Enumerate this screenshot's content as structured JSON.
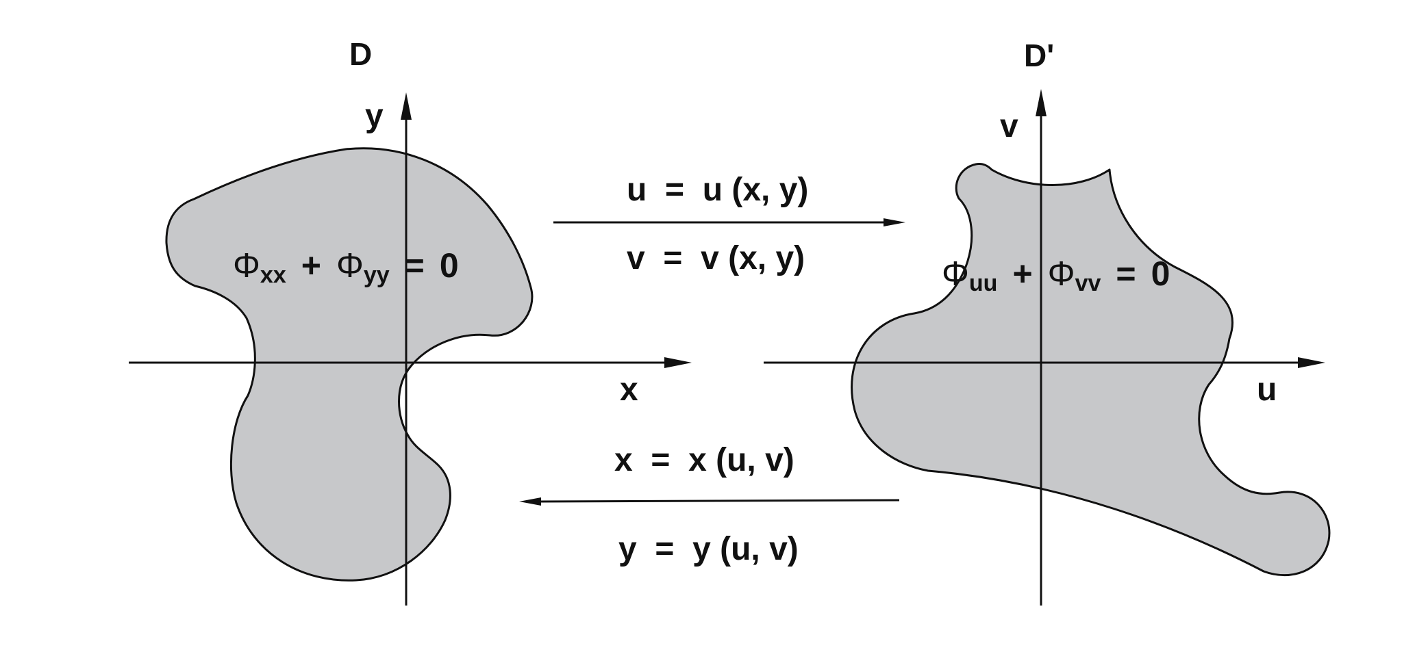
{
  "left_domain": {
    "label": "D",
    "x_axis_label": "x",
    "y_axis_label": "y",
    "equation": {
      "phi1": "Φ",
      "sub1": "xx",
      "plus": "+",
      "phi2": "Φ",
      "sub2": "yy",
      "equals": "=",
      "rhs": "0"
    }
  },
  "right_domain": {
    "label": "D'",
    "x_axis_label": "u",
    "y_axis_label": "v",
    "equation": {
      "phi1": "Φ",
      "sub1": "uu",
      "plus": "+",
      "phi2": "Φ",
      "sub2": "vv",
      "equals": "=",
      "rhs": "0"
    }
  },
  "forward_map": {
    "line1": "u  =  u (x, y)",
    "line2": "v  =  v (x, y)"
  },
  "inverse_map": {
    "line1": "x  =  x (u, v)",
    "line2": "y  =  y (u, v)"
  },
  "colors": {
    "region_fill": "#c7c8ca",
    "stroke": "#111111",
    "background": "#ffffff"
  }
}
